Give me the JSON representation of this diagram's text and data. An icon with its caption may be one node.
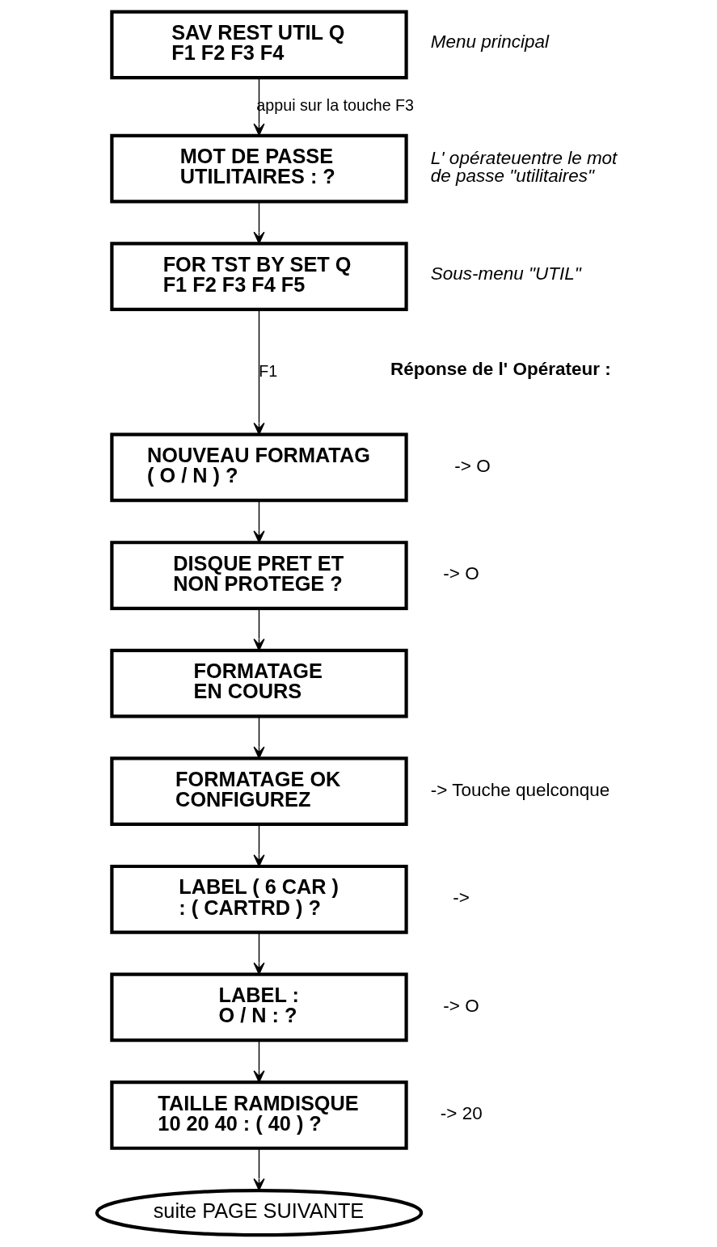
{
  "diagram": {
    "nodes": [
      {
        "text": [
          "SAV REST UTIL Q",
          "F1 F2 F3 F4"
        ],
        "beside": [
          "Menu principal"
        ]
      },
      {
        "text": [
          "MOT DE PASSE",
          "UTILITAIRES : ?"
        ],
        "beside": [
          "L' opérateuentre le mot de passe \"utilitaires\""
        ]
      },
      {
        "text": [
          "FOR TST BY SET Q",
          "F1 F2 F3 F4 F5"
        ],
        "beside": [
          "Sous-menu \"UTIL\""
        ]
      },
      {
        "text": [
          "NOUVEAU FORMATAG",
          "( O / N ) ?"
        ],
        "beside": [
          "-> O"
        ]
      },
      {
        "text": [
          "DISQUE PRET ET",
          "NON PROTEGE ?"
        ],
        "beside": [
          "-> O"
        ]
      },
      {
        "text": [
          "FORMATAGE",
          "EN COURS"
        ]
      },
      {
        "text": [
          "FORMATAGE OK",
          "CONFIGUREZ"
        ],
        "beside": [
          "-> Touche quelconque"
        ]
      },
      {
        "text": [
          "LABEL ( 6 CAR )",
          ": ( CARTRD ) ?"
        ],
        "beside": [
          "->"
        ]
      },
      {
        "text": [
          "LABEL :",
          "O / N : ?"
        ],
        "beside": [
          "-> O"
        ]
      },
      {
        "text": [
          "TAILLE RAMDISQUE",
          "10 20 40 : ( 40 ) ?"
        ],
        "beside": [
          "-> 20"
        ]
      },
      {
        "text": [
          "suite PAGE SUIVANTE"
        ]
      }
    ],
    "edges": [
      {
        "from": 0,
        "to": 1,
        "arrow": "to",
        "label": "appui sur la touche F3"
      },
      {
        "from": 1,
        "to": 2,
        "arrow": "to"
      },
      {
        "from": 2,
        "to": 3,
        "arrow": "to",
        "label": "F1"
      },
      {
        "from": 3,
        "to": 4,
        "arrow": "to"
      },
      {
        "from": 4,
        "to": 5,
        "arrow": "to"
      },
      {
        "from": 5,
        "to": 6,
        "arrow": "to"
      },
      {
        "from": 6,
        "to": 7,
        "arrow": "to"
      },
      {
        "from": 7,
        "to": 8,
        "arrow": "to"
      },
      {
        "from": 8,
        "to": 9,
        "arrow": "to"
      },
      {
        "from": 9,
        "to": 10,
        "arrow": "to"
      }
    ],
    "labels": [
      "Réponse de l' Opérateur :"
    ]
  }
}
